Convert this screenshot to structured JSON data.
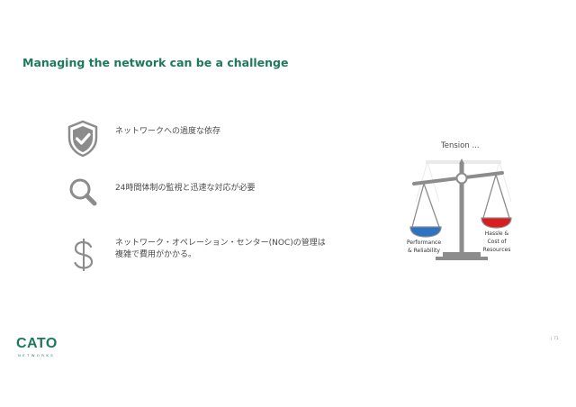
{
  "slide": {
    "title": "Managing the network can be a challenge",
    "page_number": "| 71"
  },
  "bullets": [
    {
      "icon": "shield-check-icon",
      "text": "ネットワークへの過度な依存"
    },
    {
      "icon": "magnifier-icon",
      "text": "24時間体制の監視と迅速な対応が必要"
    },
    {
      "icon": "dollar-sign-icon",
      "line1": "ネットワーク・オペレーション・センター(NOC)の管理は",
      "line2": "複雑で費用がかかる。"
    }
  ],
  "graphic": {
    "caption": "Tension ...",
    "left_pan": {
      "line1": "Performance",
      "line2": "& Reliability",
      "color": "#2e72c4"
    },
    "right_pan": {
      "line1": "Hassle &",
      "line2": "Cost of",
      "line3": "Resources",
      "color": "#d81e1e"
    }
  },
  "logo": {
    "word": "CATO",
    "sub": "NETWORKS"
  },
  "colors": {
    "accent": "#1c7a5a",
    "icon_gray": "#8c8c8c",
    "text": "#4a4a4a"
  }
}
